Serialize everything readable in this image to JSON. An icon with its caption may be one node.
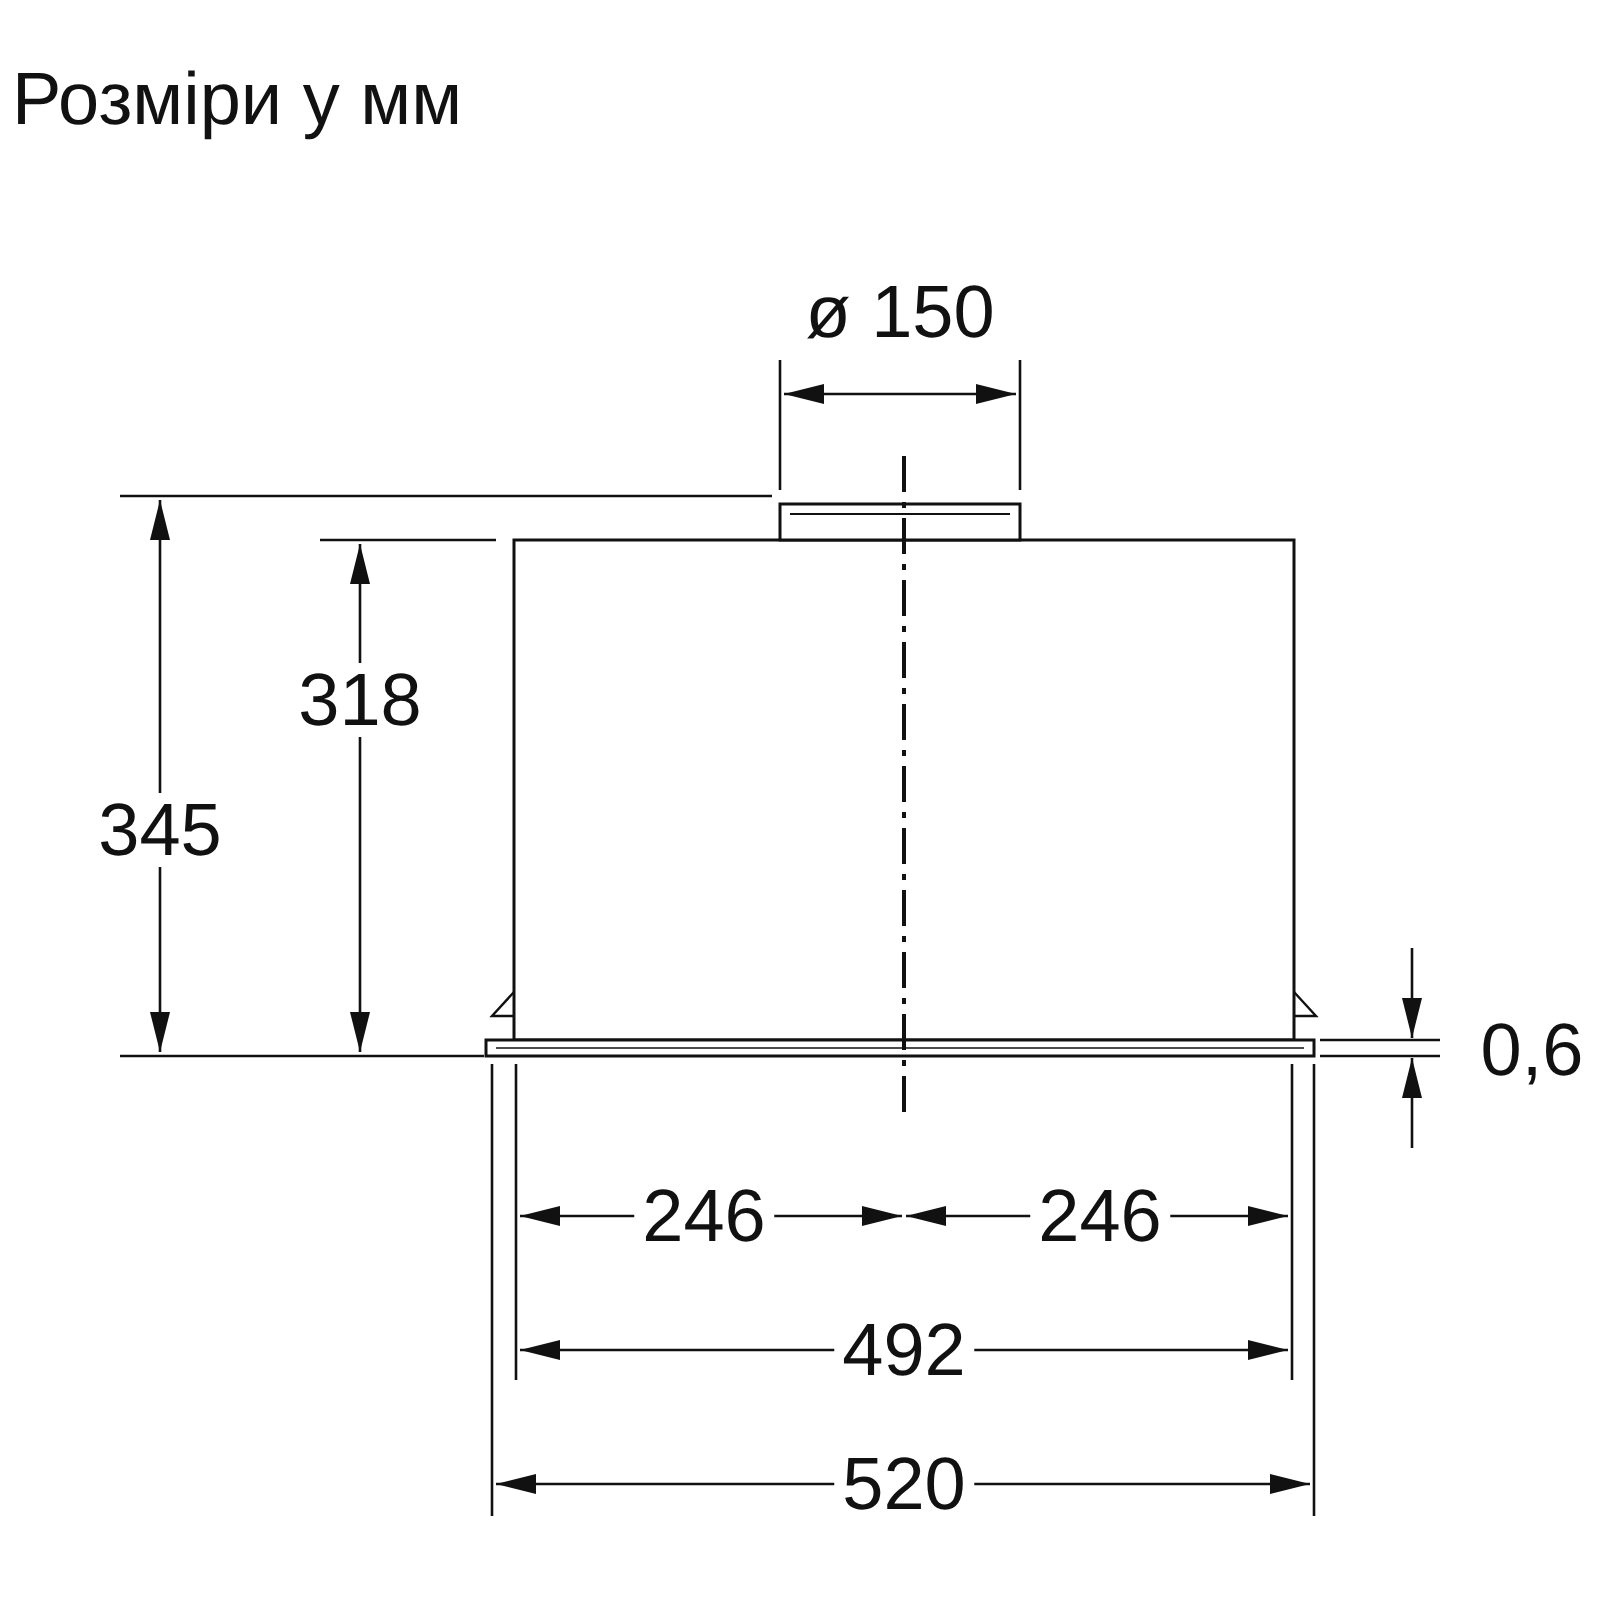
{
  "diagram": {
    "title": "Розміри у мм",
    "labels": [
      "ø 150",
      "318",
      "345",
      "0,6",
      "246",
      "246",
      "492",
      "520"
    ]
  }
}
